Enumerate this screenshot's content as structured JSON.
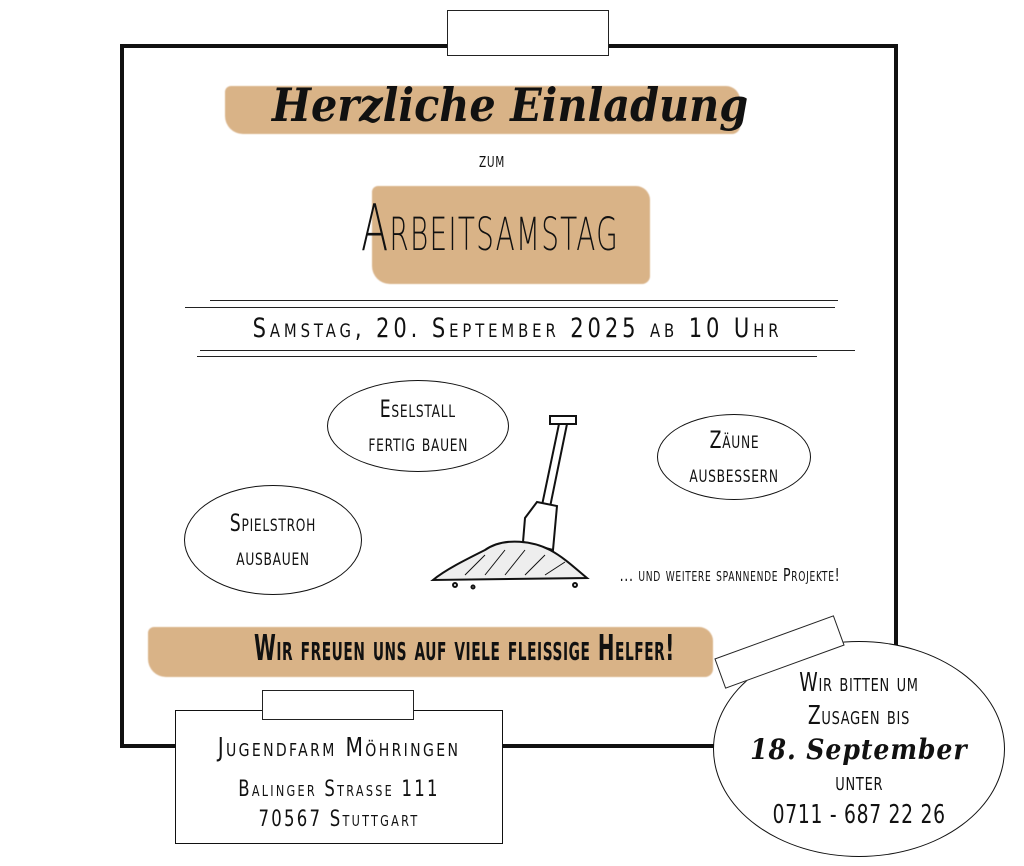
{
  "invitation": {
    "title": "Herzliche Einladung",
    "connector": "zum",
    "event_name": "Arbeitsamstag",
    "date_line": "Samstag, 20. September 2025 ab 10 Uhr"
  },
  "projects": [
    {
      "line1": "Eselstall",
      "line2": "fertig bauen"
    },
    {
      "line1": "Zäune",
      "line2": "ausbessern"
    },
    {
      "line1": "Spielstroh",
      "line2": "ausbauen"
    }
  ],
  "more_projects": "... und weitere spannende Projekte!",
  "banner": "Wir freuen uns auf viele fleissige Helfer!",
  "address": {
    "name": "Jugendfarm Möhringen",
    "street": "Balinger Strasse 111",
    "city": "70567 Stuttgart"
  },
  "rsvp": {
    "line1": "Wir bitten um",
    "line2": "Zusagen bis",
    "deadline": "18. September",
    "line3": "unter",
    "phone": "0711 - 687 22 26"
  },
  "colors": {
    "brush": "#d3a673",
    "ink": "#111111"
  }
}
